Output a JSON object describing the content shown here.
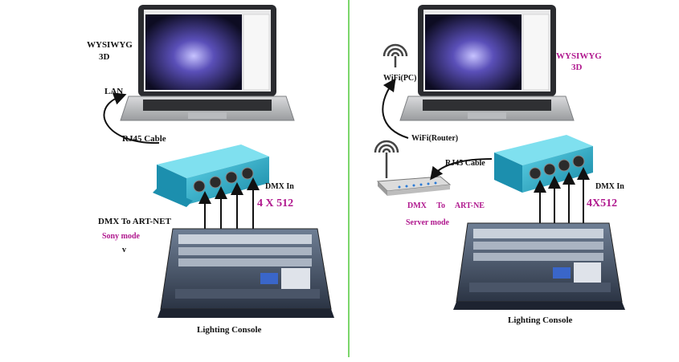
{
  "left": {
    "software_label": [
      "WYSIWYG",
      "3D"
    ],
    "lan_label": "LAN",
    "cable_label": "RJ45 Cable",
    "dmx_in_label": "DMX In",
    "dmx_universes": "4 X 512",
    "node_label": "DMX To ART-NET",
    "mode_label": "Sony mode",
    "stray_mark": "v",
    "console_label": "Lighting Console"
  },
  "right": {
    "wifi_pc_label": "WiFi(PC)",
    "software_label": [
      "WYSIWYG",
      "3D"
    ],
    "wifi_router_label": "WiFi(Router)",
    "cable_label": "RJ45 Cable",
    "dmx_in_label": "DMX In",
    "dmx_universes": "4X512",
    "node_label": "DMX To ART-NE",
    "mode_label": "Server mode",
    "console_label": "Lighting Console"
  },
  "colors": {
    "divider": "#7bd66b",
    "accent_text": "#b0188e",
    "node_body": "#2bb3cf",
    "laptop_screen": "#1b1a3a"
  }
}
